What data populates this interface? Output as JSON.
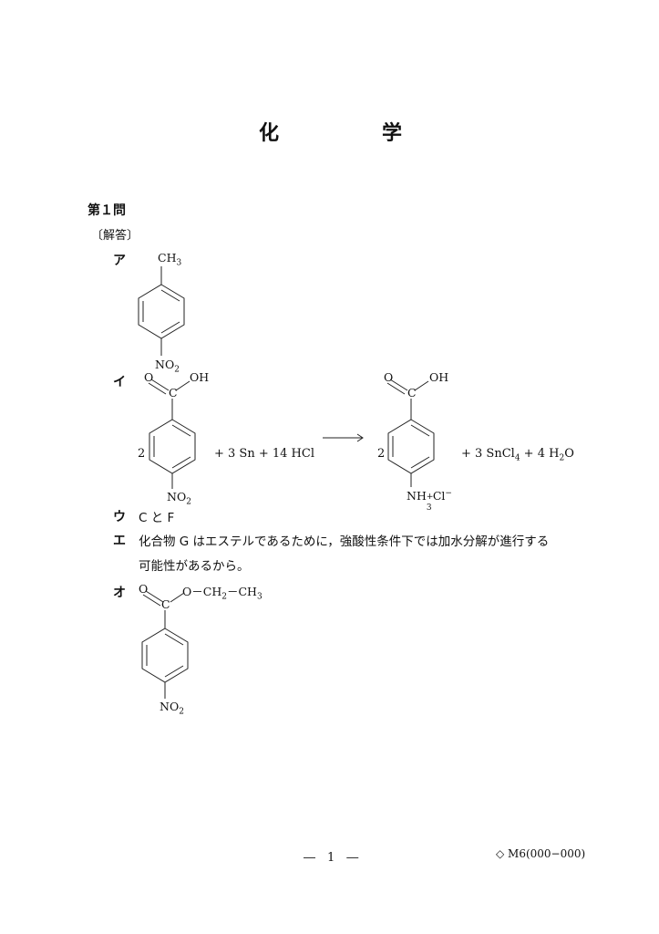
{
  "title": {
    "char1": "化",
    "char2": "学"
  },
  "question": {
    "heading": "第１問",
    "answer_label": "〔解答〕"
  },
  "answers": {
    "a": {
      "marker": "ア",
      "top_group": "CH",
      "top_sub": "3",
      "bottom_group": "NO",
      "bottom_sub": "2"
    },
    "i": {
      "marker": "イ",
      "reactant": {
        "o": "O",
        "oh": "OH",
        "c": "C",
        "coef": "2",
        "bottom_group": "NO",
        "bottom_sub": "2"
      },
      "reagents": "+ 3 Sn + 14 HCl",
      "product": {
        "o": "O",
        "oh": "OH",
        "c": "C",
        "coef": "2",
        "nh": "NH",
        "nh_sub": "3",
        "nh_sup": "+",
        "cl": "Cl",
        "cl_sup": "−"
      },
      "byproducts": {
        "prefix": "+ 3 SnCl",
        "sncl_sub": "4",
        "mid": " + 4 H",
        "h_sub": "2",
        "suffix": "O"
      }
    },
    "u": {
      "marker": "ウ",
      "text": "C と F"
    },
    "e": {
      "marker": "エ",
      "line1": "化合物 G はエステルであるために，強酸性条件下では加水分解が進行する",
      "line2": "可能性があるから。"
    },
    "o": {
      "marker": "オ",
      "o_left": "O",
      "o_right": "O",
      "c": "C",
      "chain_a": "CH",
      "chain_a_sub": "2",
      "dash": "－",
      "chain_b": "CH",
      "chain_b_sub": "3",
      "bottom_group": "NO",
      "bottom_sub": "2"
    }
  },
  "footer": {
    "page": "―　1　―",
    "code": "◇ M6(000−000)"
  }
}
